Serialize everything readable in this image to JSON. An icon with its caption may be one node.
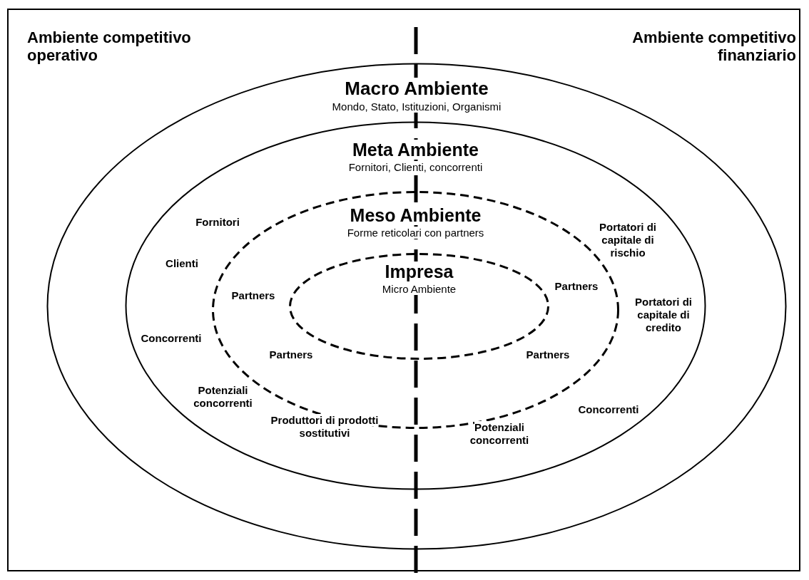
{
  "diagram": {
    "nodes": [
      {
        "text": [
          "Macro Ambiente",
          "Mondo, Stato, Istituzioni, Organismi"
        ]
      },
      {
        "text": [
          "Meta Ambiente",
          "Fornitori, Clienti, concorrenti"
        ],
        "in": 0
      },
      {
        "text": [
          "Meso Ambiente",
          "Forme reticolari con partners"
        ],
        "in": 1
      },
      {
        "text": [
          "Impresa",
          "Micro Ambiente"
        ],
        "in": 2
      }
    ],
    "edges": [],
    "labels": [
      "Ambiente competitivo operativo",
      "Ambiente competitivo finanziario",
      "Fornitori",
      "Portatori di capitale di rischio",
      "Clienti",
      "Partners",
      "Partners",
      "Portatori di capitale di credito",
      "Concorrenti",
      "Partners",
      "Partners",
      "Potenziali concorrenti",
      "Concorrenti",
      "Produttori di prodotti sostitutivi",
      "Potenziali concorrenti"
    ]
  }
}
